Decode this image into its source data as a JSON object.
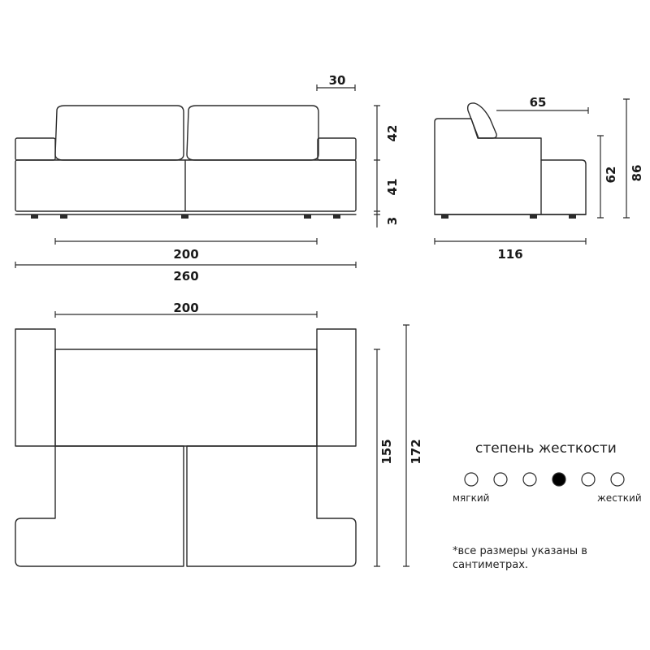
{
  "front_view": {
    "dim_top": "30",
    "dim_cushion_height": "42",
    "dim_seat_height": "41",
    "dim_leg_height": "3",
    "dim_inner_width": "200",
    "dim_total_width": "260"
  },
  "side_view": {
    "dim_back_offset": "65",
    "dim_arm_height": "62",
    "dim_total_height": "86",
    "dim_depth": "116"
  },
  "top_view": {
    "dim_inner_width": "200",
    "dim_seat_depth": "155",
    "dim_total_depth": "172"
  },
  "firmness": {
    "title": "степень жесткости",
    "label_soft": "мягкий",
    "label_hard": "жесткий",
    "levels": 6,
    "selected": 4
  },
  "footnote": "*все размеры указаны в сантиметрах."
}
